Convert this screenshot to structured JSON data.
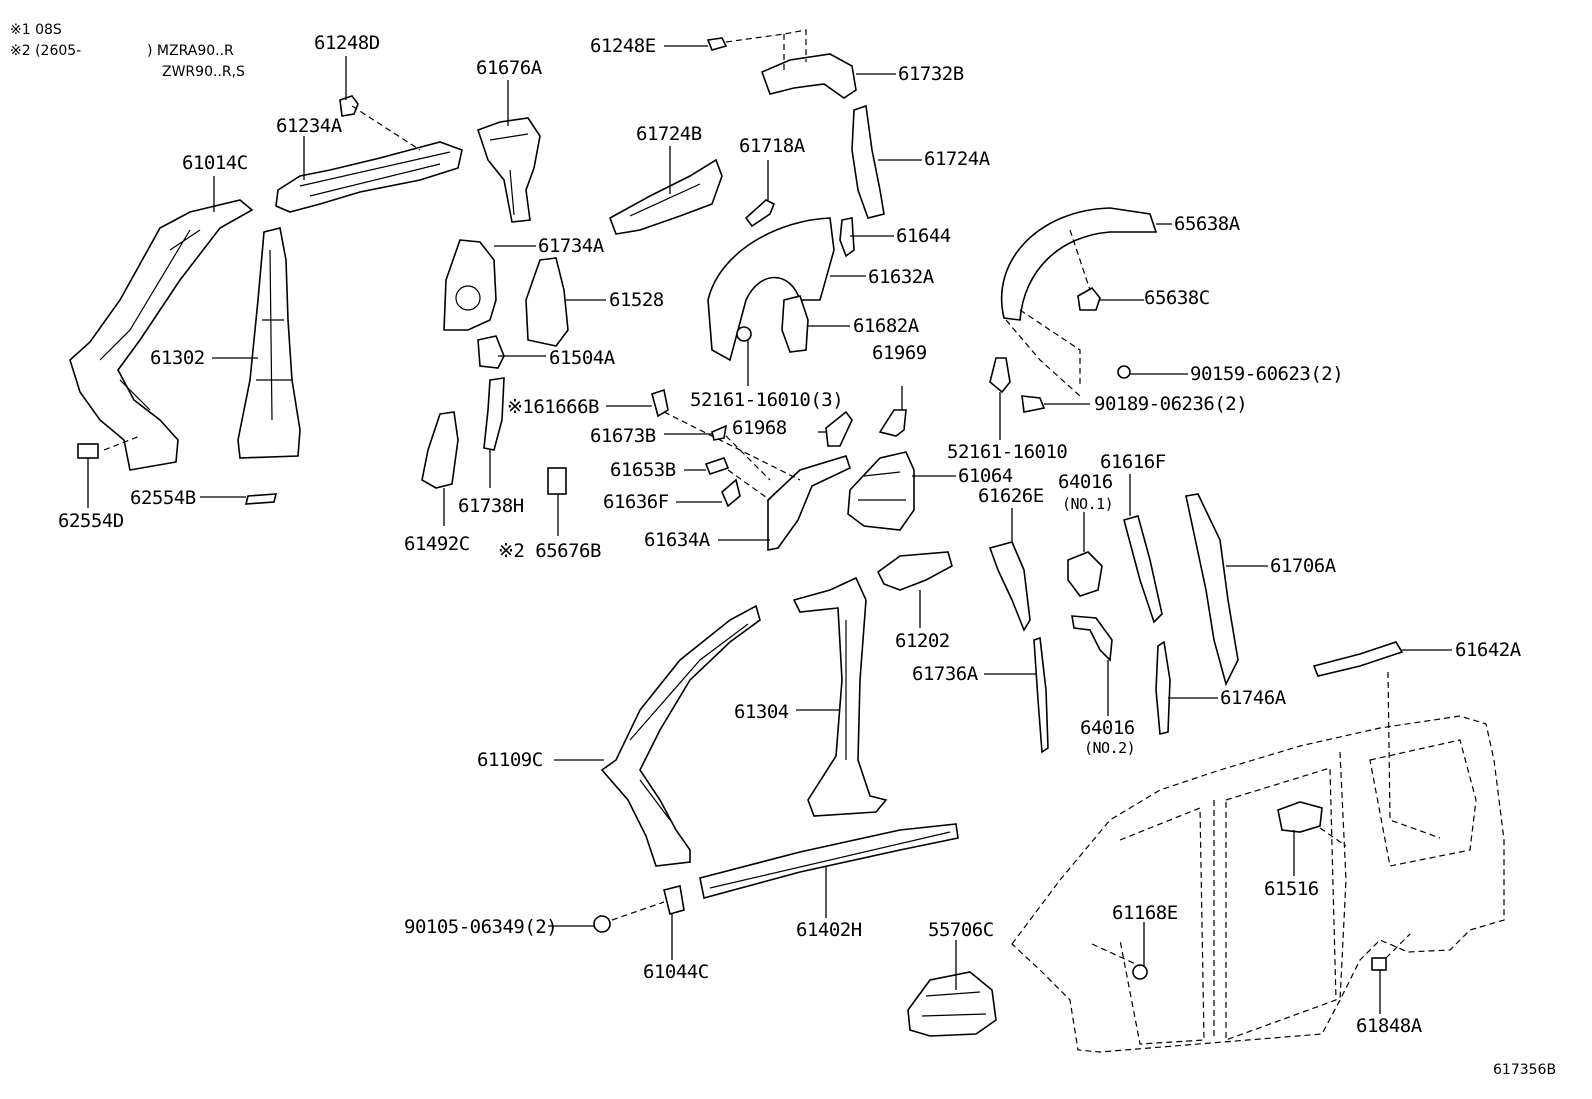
{
  "notes": {
    "note1": "※1 08S",
    "note2_a": "※2 (2605-",
    "note2_b": ") MZRA90..R",
    "note2_c": "ZWR90..R,S"
  },
  "diagram_id": "617356B",
  "parts": {
    "p61248D": "61248D",
    "p61234A": "61234A",
    "p61014C": "61014C",
    "p61302": "61302",
    "p62554D": "62554D",
    "p62554B": "62554B",
    "p61676A": "61676A",
    "p61734A": "61734A",
    "p61528": "61528",
    "p61504A": "61504A",
    "p61492C": "61492C",
    "p61738H": "61738H",
    "p65676B": "※2 65676B",
    "p61248E": "61248E",
    "p61724B": "61724B",
    "p61718A": "61718A",
    "p61732B": "61732B",
    "p61724A": "61724A",
    "p61644": "61644",
    "p61632A": "61632A",
    "p61682A": "61682A",
    "p52161_3": "52161-16010(3)",
    "p61666B": "※161666B",
    "p61673B": "61673B",
    "p61968": "61968",
    "p61969": "61969",
    "p61653B": "61653B",
    "p61636F": "61636F",
    "p61634A": "61634A",
    "p61064": "61064",
    "p65638A": "65638A",
    "p65638C": "65638C",
    "p90159": "90159-60623(2)",
    "p90189": "90189-06236(2)",
    "p52161": "52161-16010",
    "p61626E": "61626E",
    "p64016_1": "64016",
    "p64016_1n": "(NO.1)",
    "p61616F": "61616F",
    "p61706A": "61706A",
    "p61202": "61202",
    "p61736A": "61736A",
    "p64016_2": "64016",
    "p64016_2n": "(NO.2)",
    "p61746A": "61746A",
    "p61642A": "61642A",
    "p61304": "61304",
    "p61109C": "61109C",
    "p90105": "90105-06349(2)",
    "p61044C": "61044C",
    "p61402H": "61402H",
    "p55706C": "55706C",
    "p61168E": "61168E",
    "p61516": "61516",
    "p61848A": "61848A"
  }
}
